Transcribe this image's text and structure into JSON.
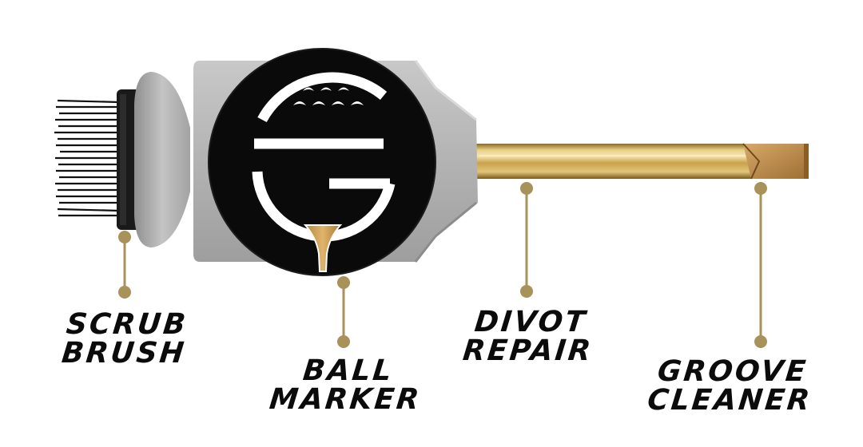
{
  "labels": {
    "scrub_brush": [
      "SCRUB",
      "BRUSH"
    ],
    "ball_marker": [
      "BALL",
      "MARKER"
    ],
    "divot_repair": [
      "DIVOT",
      "REPAIR"
    ],
    "groove_cleaner": [
      "GROOVE",
      "CLEANER"
    ]
  },
  "colors": {
    "gold_accent": "#a8925a",
    "brass": "#c9a24a",
    "housing_gray": "#b5b5b5",
    "marker_black": "#0a0a0a",
    "label_black": "#0b0b0b"
  }
}
